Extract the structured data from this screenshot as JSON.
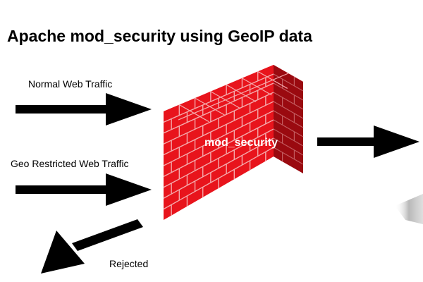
{
  "title": "Apache mod_security using GeoIP data",
  "labels": {
    "normal_traffic": "Normal Web Traffic",
    "geo_restricted_traffic": "Geo Restricted Web Traffic",
    "rejected": "Rejected"
  },
  "firewall": {
    "label": "mod_security",
    "icon": "brick-wall-icon"
  },
  "colors": {
    "brick": "#e8141c",
    "brick_dark": "#9a0a10",
    "brick_top": "#f23a40",
    "mortar": "#f4a9ab",
    "arrow": "#000000",
    "wall_text": "#ffffff"
  }
}
